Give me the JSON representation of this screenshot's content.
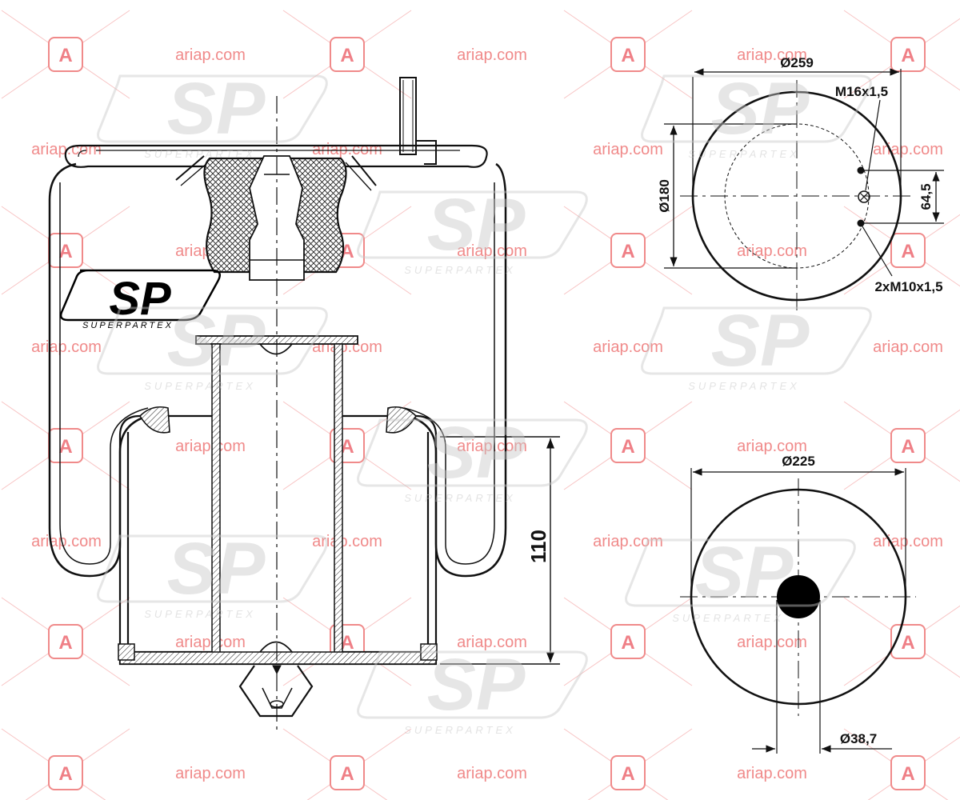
{
  "watermark": {
    "site_text": "ariap.com",
    "badge_letter": "A",
    "color": "#f08a8a"
  },
  "logo": {
    "mark": "SP",
    "subtitle": "SUPERPARTEX",
    "color": "#000000",
    "watermark_color": "#d9d9d9"
  },
  "dimensions": {
    "top_plate_diameter": "Ø259",
    "stud_thread": "M16x1,5",
    "bolt_circle": "Ø180",
    "bolt_spacing": "64,5",
    "bolt_threads": "2xM10x1,5",
    "piston_diameter": "Ø225",
    "center_hole": "Ø38,7",
    "piston_height": "110"
  },
  "colors": {
    "line": "#111111",
    "background": "#ffffff"
  }
}
